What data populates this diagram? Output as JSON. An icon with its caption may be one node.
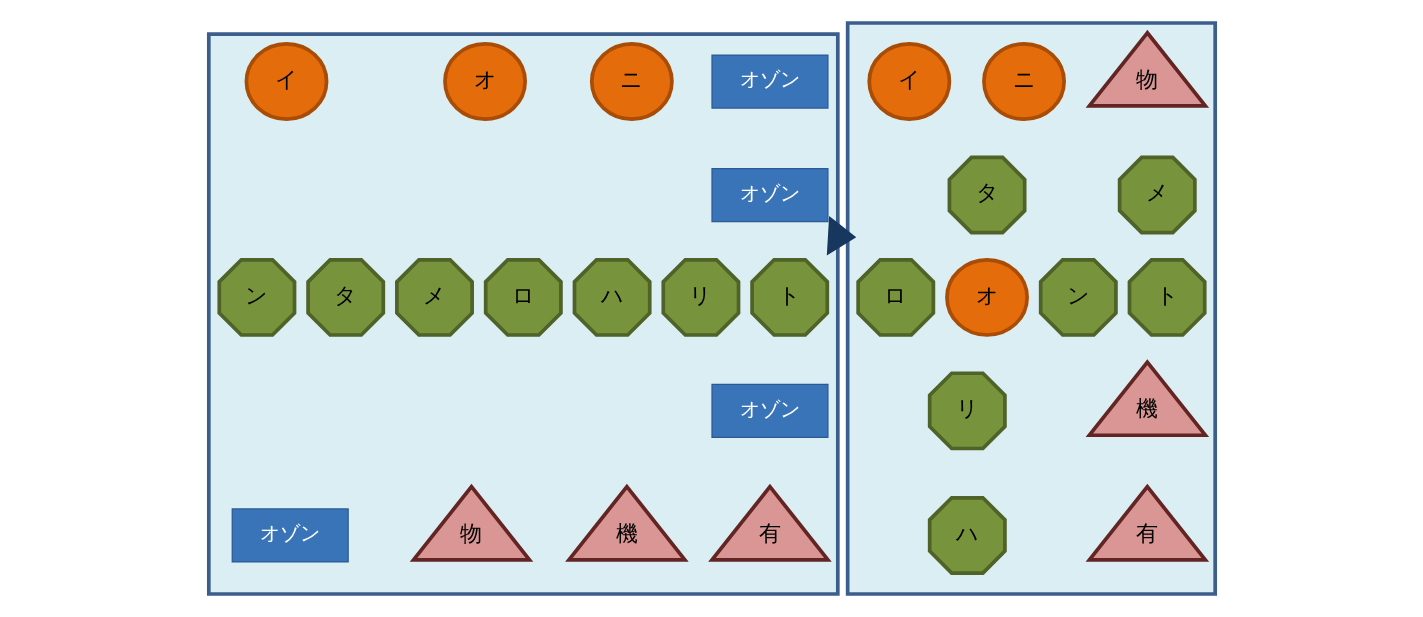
{
  "diagram": {
    "nodes": [
      {
        "text": [],
        "shape": "box"
      },
      {
        "text": [
          "オゾン"
        ],
        "in": 0
      },
      {
        "text": [
          "ニ"
        ],
        "in": 0
      },
      {
        "text": [
          "オ"
        ],
        "in": 0
      },
      {
        "text": [
          "イ"
        ],
        "in": 0
      },
      {
        "text": [
          "オゾン"
        ],
        "in": 0
      },
      {
        "text": [
          "ト"
        ],
        "in": 0
      },
      {
        "text": [
          "リ"
        ],
        "in": 0
      },
      {
        "text": [
          "ハ"
        ],
        "in": 0
      },
      {
        "text": [
          "ロ"
        ],
        "in": 0
      },
      {
        "text": [
          "メ"
        ],
        "in": 0
      },
      {
        "text": [
          "タ"
        ],
        "in": 0
      },
      {
        "text": [
          "ン"
        ],
        "in": 0
      },
      {
        "text": [
          "オゾン"
        ],
        "in": 0
      },
      {
        "text": [
          "有"
        ],
        "in": 0
      },
      {
        "text": [
          "機"
        ],
        "in": 0
      },
      {
        "text": [
          "物"
        ],
        "in": 0
      },
      {
        "text": [
          "オゾン"
        ],
        "in": 0
      },
      {
        "text": [],
        "shape": "box"
      },
      {
        "text": [
          "物"
        ],
        "in": 18
      },
      {
        "text": [
          "ニ"
        ],
        "in": 18
      },
      {
        "text": [
          "イ"
        ],
        "in": 18
      },
      {
        "text": [
          "メ"
        ],
        "in": 18
      },
      {
        "text": [
          "タ"
        ],
        "in": 18
      },
      {
        "text": [
          "ト"
        ],
        "in": 18
      },
      {
        "text": [
          "ン"
        ],
        "in": 18
      },
      {
        "text": [
          "オ"
        ],
        "in": 18
      },
      {
        "text": [
          "ロ"
        ],
        "in": 18
      },
      {
        "text": [
          "機"
        ],
        "in": 18
      },
      {
        "text": [
          "リ"
        ],
        "in": 18
      },
      {
        "text": [
          "有"
        ],
        "in": 18
      },
      {
        "text": [
          "ハ"
        ],
        "in": 18
      }
    ],
    "edges": [
      {
        "from": 0,
        "to": 18,
        "arrow": "to",
        "style": "thick"
      }
    ]
  }
}
